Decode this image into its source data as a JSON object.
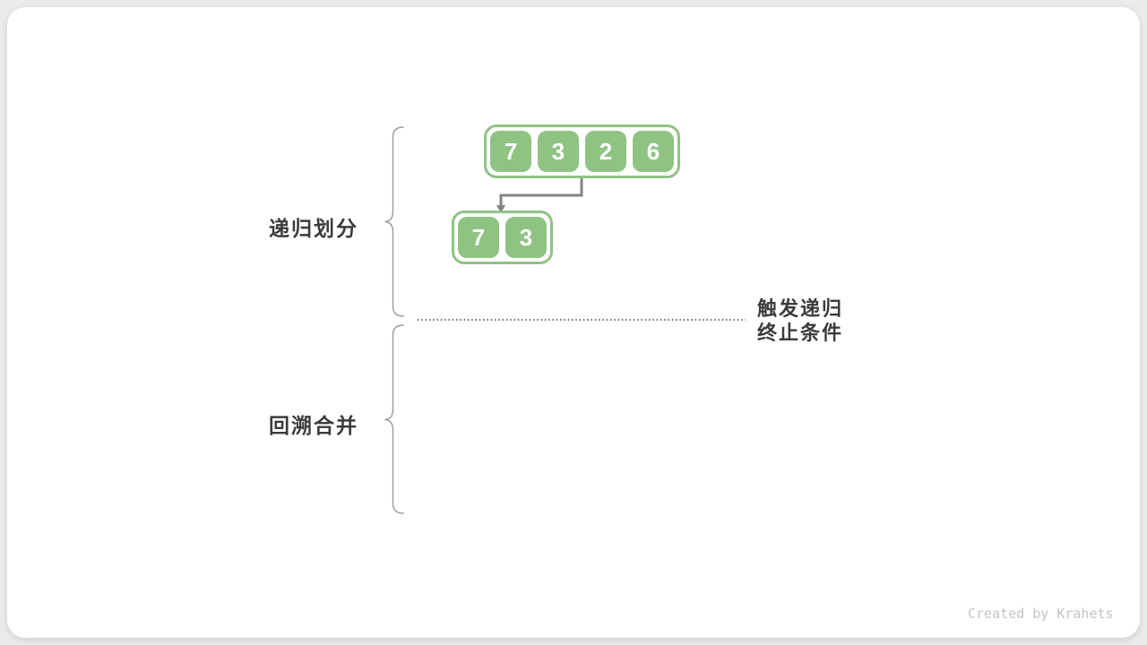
{
  "colors": {
    "background": "#ebebeb",
    "card": "#ffffff",
    "green": "#8fc383",
    "cell_text": "#ffffff",
    "arrow": "#848484",
    "brace": "#9a9a9a",
    "dotted_line": "#6e6e6e",
    "label_text": "#3b3b3b",
    "credit_text": "#c3c3c3"
  },
  "labels": {
    "divide_phase": "递归划分",
    "merge_phase": "回溯合并",
    "termination_line1": "触发递归",
    "termination_line2": "终止条件",
    "credit": "Created by Krahets"
  },
  "arrays": [
    {
      "name": "array-level-1",
      "values": [
        "7",
        "3",
        "2",
        "6"
      ]
    },
    {
      "name": "array-level-2",
      "values": [
        "7",
        "3"
      ]
    }
  ]
}
